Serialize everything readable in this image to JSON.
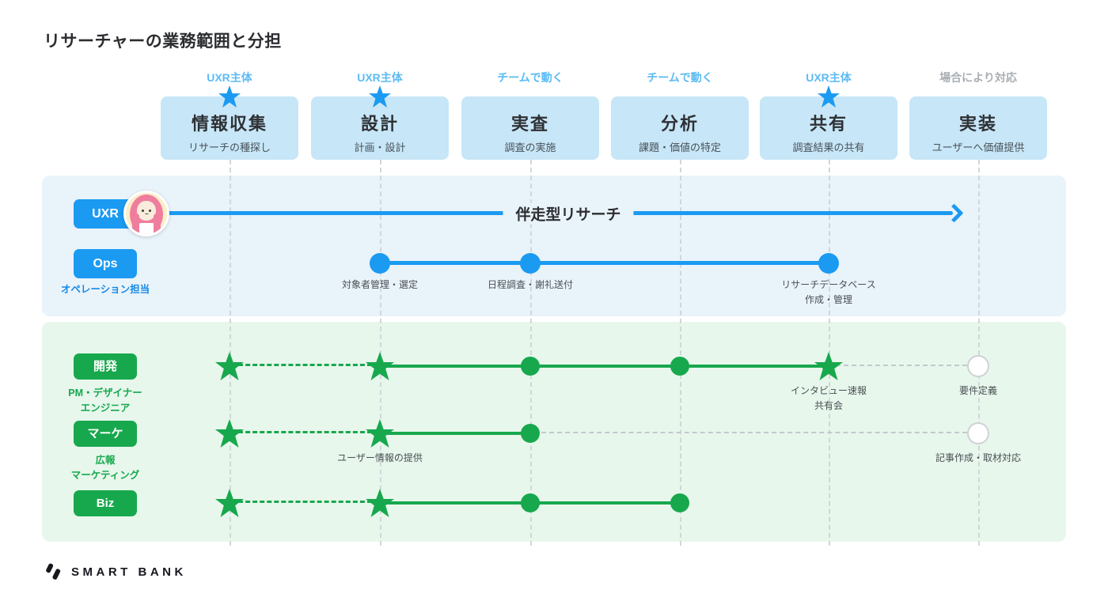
{
  "page": {
    "title": "リサーチャーの業務範囲と分担"
  },
  "colors": {
    "accent_blue": "#1b9af2",
    "accent_green": "#17a84d",
    "column_box_bg": "#c7e6f7",
    "uxr_panel_bg": "#e9f3fa",
    "green_panel_bg": "#e7f7ec",
    "header_label_blue": "#5cbbf3",
    "header_label_gray": "#a9aeb4"
  },
  "columns": [
    {
      "header": "UXR主体",
      "has_star": true,
      "title": "情報収集",
      "subtitle": "リサーチの種探し"
    },
    {
      "header": "UXR主体",
      "has_star": true,
      "title": "設計",
      "subtitle": "計画・設計"
    },
    {
      "header": "チームで動く",
      "has_star": false,
      "title": "実査",
      "subtitle": "調査の実施"
    },
    {
      "header": "チームで動く",
      "has_star": false,
      "title": "分析",
      "subtitle": "課題・価値の特定"
    },
    {
      "header": "UXR主体",
      "has_star": true,
      "title": "共有",
      "subtitle": "調査結果の共有"
    },
    {
      "header": "場合により対応",
      "has_star": false,
      "title": "実装",
      "subtitle": "ユーザーへ価値提供"
    }
  ],
  "uxr_panel": {
    "uxr": {
      "label": "UXR",
      "journey_label": "伴走型リサーチ"
    },
    "ops": {
      "label": "Ops",
      "sublabel": "オペレーション担当",
      "milestones": [
        {
          "column": "設計",
          "type": "dot",
          "label": [
            "対象者管理・選定"
          ]
        },
        {
          "column": "実査",
          "type": "dot",
          "label": [
            "日程調査・謝礼送付"
          ]
        },
        {
          "column": "共有",
          "type": "dot",
          "label": [
            "リサーチデータベース",
            "作成・管理"
          ]
        }
      ]
    }
  },
  "green_panel": {
    "rows": [
      {
        "label": "開発",
        "sublabel": [
          "PM・デザイナー",
          "エンジニア"
        ],
        "markers": [
          {
            "column": "情報収集",
            "type": "star"
          },
          {
            "column": "設計",
            "type": "star"
          },
          {
            "column": "実査",
            "type": "dot"
          },
          {
            "column": "分析",
            "type": "dot"
          },
          {
            "column": "共有",
            "type": "star",
            "label": [
              "インタビュー速報",
              "共有会"
            ]
          },
          {
            "column": "実装",
            "type": "open-circle",
            "label": [
              "要件定義"
            ]
          }
        ]
      },
      {
        "label": "マーケ",
        "sublabel": [
          "広報",
          "マーケティング"
        ],
        "markers": [
          {
            "column": "情報収集",
            "type": "star"
          },
          {
            "column": "設計",
            "type": "star",
            "label": [
              "ユーザー情報の提供"
            ]
          },
          {
            "column": "実査",
            "type": "dot"
          },
          {
            "column": "実装",
            "type": "open-circle",
            "label": [
              "記事作成・取材対応"
            ]
          }
        ]
      },
      {
        "label": "Biz",
        "sublabel": [],
        "markers": [
          {
            "column": "情報収集",
            "type": "star"
          },
          {
            "column": "設計",
            "type": "star"
          },
          {
            "column": "実査",
            "type": "dot"
          },
          {
            "column": "分析",
            "type": "dot"
          }
        ]
      }
    ]
  },
  "footer": {
    "brand": "SMART BANK"
  }
}
